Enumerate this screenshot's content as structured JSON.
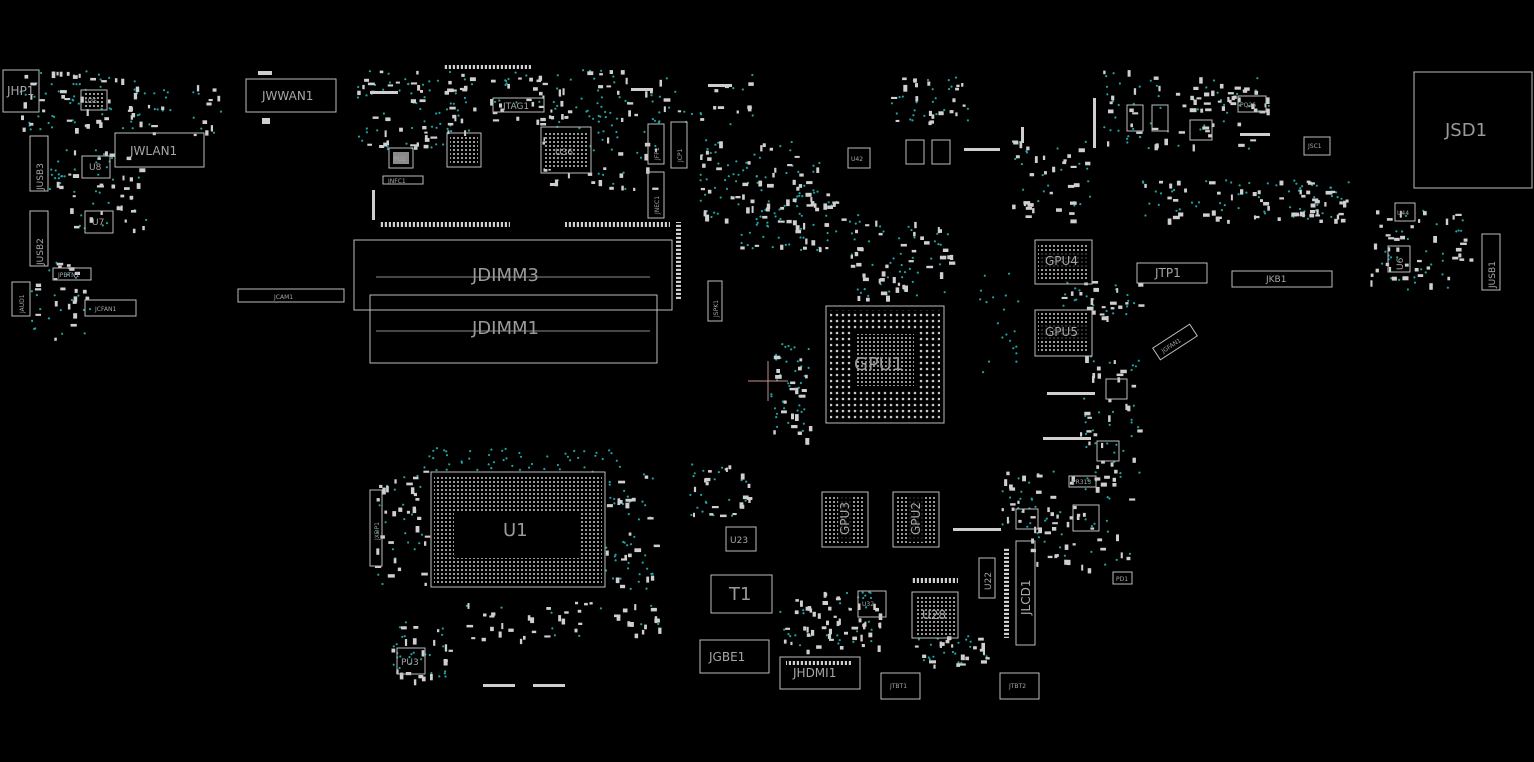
{
  "board": {
    "background": "#000000",
    "outline_color": "#bdbdbd",
    "via_color": "#1fa3a3",
    "cursor_color": "#c89090"
  },
  "labels": {
    "JHP1": "JHP1",
    "U35": "U35",
    "JWWAN1": "JWWAN1",
    "JWLAN1": "JWLAN1",
    "JUSB3": "JUSB3",
    "U8": "U8",
    "U7": "U7",
    "JUSB2": "JUSB2",
    "JPBTN1": "JPBTN1",
    "JAUD1": "JAUD1",
    "JCFAN1": "JCFAN1",
    "JCAM1": "JCAM1",
    "JTAG1": "JTAG1",
    "PU1": "PU1",
    "JNFC1": "JNFC1",
    "U36": "U36",
    "JFP1": "JFP1",
    "JCP1": "JCP1",
    "JNEC1": "JNEC1",
    "JDIMM3": "JDIMM3",
    "JDIMM1": "JDIMM1",
    "JSPK1": "JSPK1",
    "U42": "U42",
    "GPU1": "GPU1",
    "GPU4": "GPU4",
    "GPU5": "GPU5",
    "JTP1": "JTP1",
    "JKB1": "JKB1",
    "JGFAN1": "JGFAN1",
    "JSC1": "JSC1",
    "JSD1": "JSD1",
    "U44": "U44",
    "U6": "U6",
    "JUSB1": "JUSB1",
    "U1": "U1",
    "JXDP1": "JXDP1",
    "U23": "U23",
    "T1": "T1",
    "GPU3": "GPU3",
    "GPU2": "GPU2",
    "U22": "U22",
    "JLCD1": "JLCD1",
    "U32": "U32",
    "U28": "U28",
    "PU3": "PU3",
    "JGBE1": "JGBE1",
    "JHDMI1": "JHDMI1",
    "JTBT1": "JTBT1",
    "JTBT2": "JTBT2",
    "PR313": "PR313",
    "PD1": "PD1",
    "PQ26": "PQ26"
  }
}
